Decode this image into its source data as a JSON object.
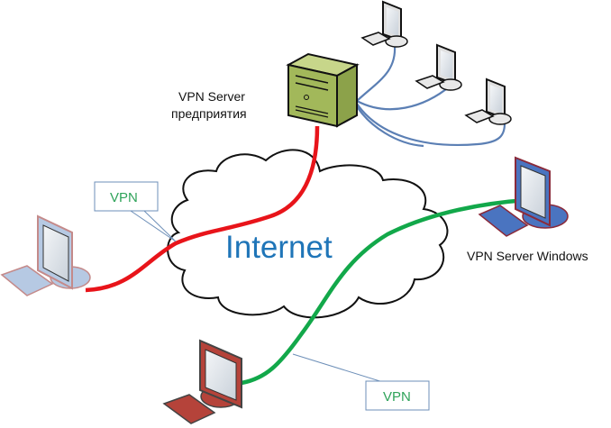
{
  "diagram": {
    "cloud_label": "Internet",
    "server_label_line1": "VPN Server",
    "server_label_line2": "предприятия",
    "windows_server_label": "VPN Server Windows",
    "callout_left": "VPN",
    "callout_bottom": "VPN",
    "colors": {
      "vpn_tunnel_server": "#e8141a",
      "vpn_tunnel_windows": "#12a84a",
      "lan_cable": "#5b7fb4",
      "cloud_text": "#1f75b8",
      "callout_text": "#2fa35a",
      "server_body": "#a2b85a",
      "monitor_left": "#b6c9e3",
      "monitor_right": "#4a74c0",
      "monitor_bottom": "#b5433a",
      "monitor_lan": "#d9d9d9"
    }
  }
}
